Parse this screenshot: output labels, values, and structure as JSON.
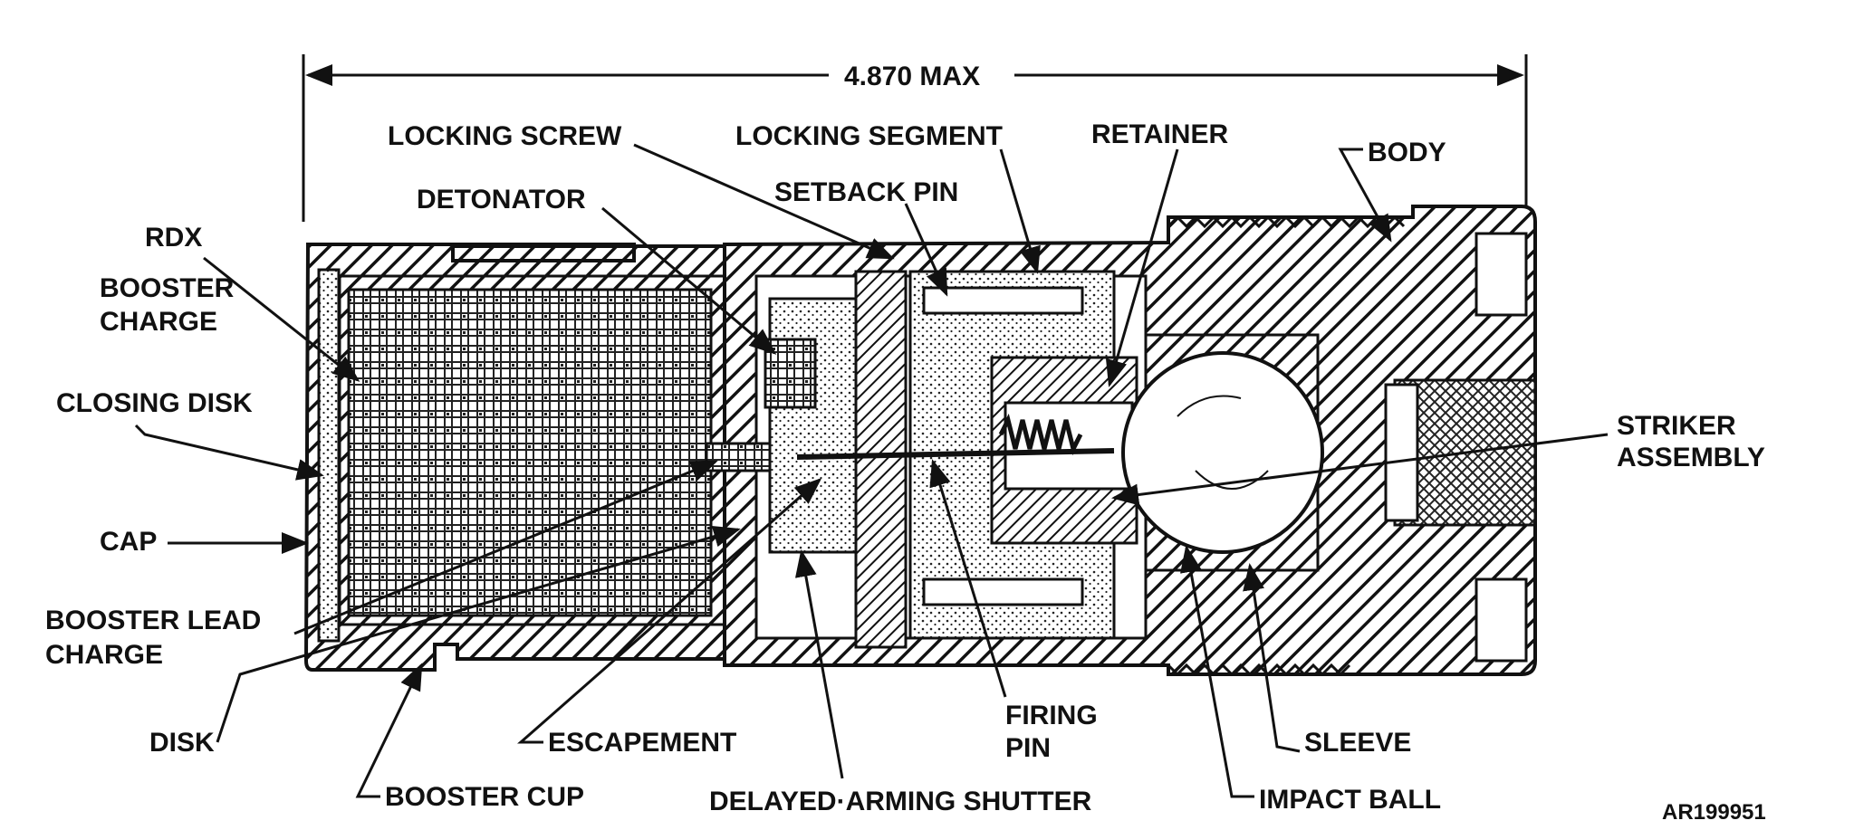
{
  "dimension": {
    "overall_length": "4.870 MAX"
  },
  "labels": {
    "locking_screw": "LOCKING SCREW",
    "locking_segment": "LOCKING SEGMENT",
    "retainer": "RETAINER",
    "body": "BODY",
    "detonator": "DETONATOR",
    "setback_pin": "SETBACK PIN",
    "rdx_booster_charge": [
      "RDX",
      "BOOSTER",
      "CHARGE"
    ],
    "closing_disk": "CLOSING DISK",
    "cap": "CAP",
    "booster_lead_charge": [
      "BOOSTER LEAD",
      "CHARGE"
    ],
    "disk": "DISK",
    "escapement": "ESCAPEMENT",
    "booster_cup": "BOOSTER CUP",
    "delayed_arming_shutter": "DELAYED·ARMING SHUTTER",
    "firing_pin": [
      "FIRING",
      "PIN"
    ],
    "sleeve": "SLEEVE",
    "impact_ball": "IMPACT BALL",
    "striker_assembly": [
      "STRIKER",
      "ASSEMBLY"
    ]
  },
  "figure_id": "AR199951",
  "colors": {
    "ink": "#111111",
    "paper": "#ffffff"
  }
}
